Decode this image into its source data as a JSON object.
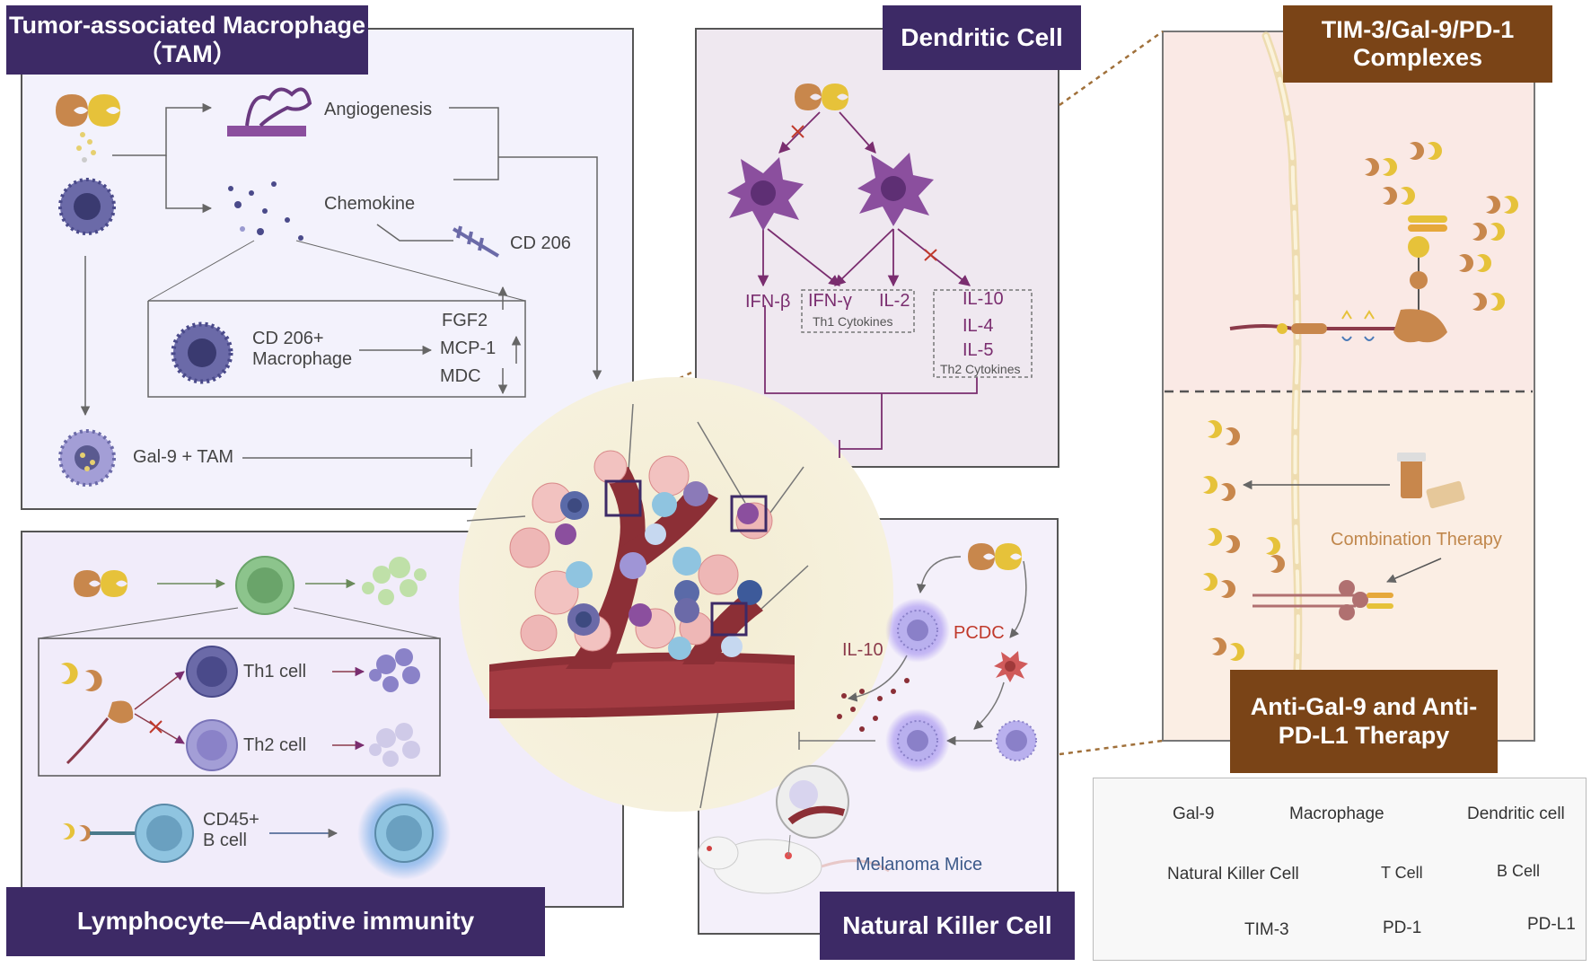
{
  "panels": {
    "tam": {
      "title": "Tumor-associated Macrophage（TAM）",
      "angiogenesis": "Angiogenesis",
      "chemokine": "Chemokine",
      "cd206": "CD 206",
      "cd206_macrophage": "CD 206+ Macrophage",
      "fgf2": "FGF2",
      "mcp1": "MCP-1",
      "mdc": "MDC",
      "gal9_tam": "Gal-9 + TAM"
    },
    "dc": {
      "title": "Dendritic Cell",
      "ifn_beta": "IFN-β",
      "ifn_gamma": "IFN-γ",
      "il2": "IL-2",
      "th1_cytokines": "Th1 Cytokines",
      "il10": "IL-10",
      "il4": "IL-4",
      "il5": "IL-5",
      "th2_cytokines": "Th2 Cytokines"
    },
    "complex": {
      "title": "TIM-3/Gal-9/PD-1 Complexes",
      "combination": "Combination Therapy",
      "therapy_title": "Anti-Gal-9 and Anti-PD-L1 Therapy"
    },
    "lymph": {
      "title": "Lymphocyte—Adaptive immunity",
      "th1": "Th1 cell",
      "th2": "Th2 cell",
      "cd45b": "CD45+ B cell"
    },
    "nk": {
      "title": "Natural Killer Cell",
      "il10": "IL-10",
      "pcdc": "PCDC",
      "melanoma": "Melanoma Mice"
    }
  },
  "legend": {
    "gal9": "Gal-9",
    "macrophage": "Macrophage",
    "dendritic": "Dendritic cell",
    "nk": "Natural Killer Cell",
    "tcell": "T Cell",
    "bcell": "B Cell",
    "tim3": "TIM-3",
    "pd1": "PD-1",
    "pdl1": "PD-L1"
  },
  "colors": {
    "header_purple": "#3d2a66",
    "header_brown": "#7a4417",
    "gal9_left": "#c8874c",
    "gal9_right": "#e6c23a",
    "macrophage": "#6b6aa8",
    "dendritic": "#8b4f9e",
    "nk": "#9f95d6",
    "tcell": "#8cc48c",
    "bcell": "#8fc4e0"
  }
}
